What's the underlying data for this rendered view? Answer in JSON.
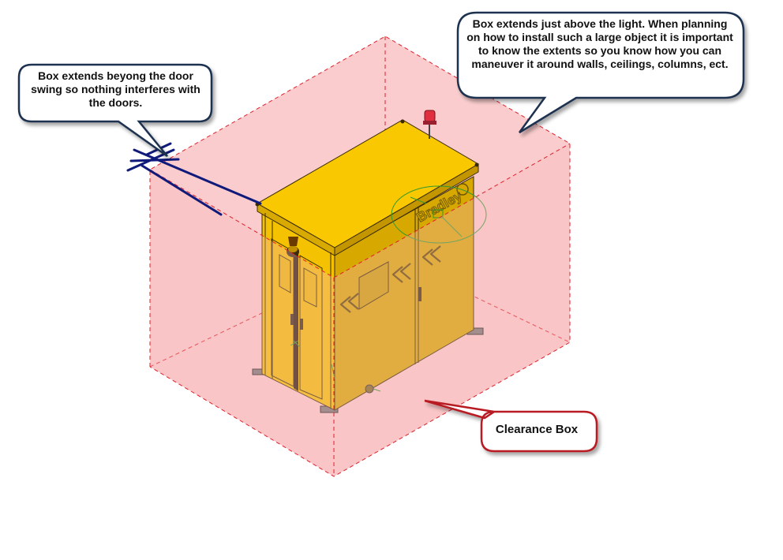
{
  "colors": {
    "clearance_fill": "#f9c6c8",
    "clearance_edge": "#e0202a",
    "cabinet_yellow": "#f9c800",
    "cabinet_shade": "#cfa100",
    "cabinet_dark": "#a88400",
    "callout_border": "#1f3050",
    "callout_red_border": "#b81c24",
    "dimension_line": "#101a7a",
    "light": "#e03040",
    "selection_green": "#2f9a2f"
  },
  "callouts": {
    "door_swing": "Box extends beyong the door swing so nothing interferes with the doors.",
    "light_extent": "Box extends just above the light. When planning on how to install such a large object it is important to know the extents so you know how you can maneuver it around walls, ceilings, columns, ect.",
    "clearance_box": "Clearance Box"
  },
  "cabinet": {
    "brand": "Bradley",
    "icons": [
      "arrow-left-icon",
      "light-beacon-icon",
      "door-handle-icon",
      "window-panel-icon"
    ]
  }
}
